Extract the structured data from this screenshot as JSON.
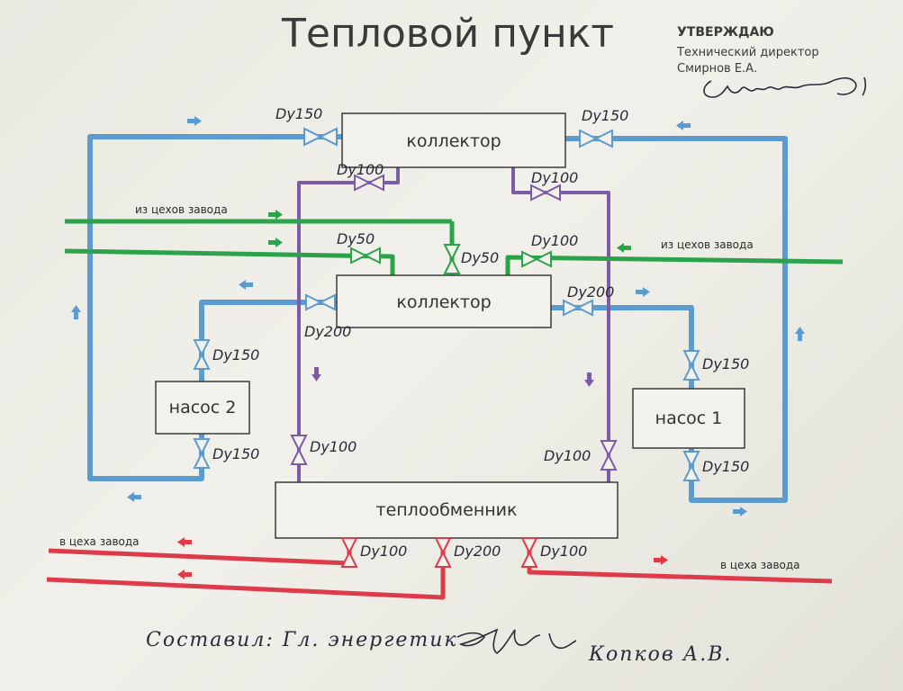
{
  "title": "Тепловой пункт",
  "approval": {
    "heading": "УТВЕРЖДАЮ",
    "position": "Технический директор",
    "name": "Смирнов Е.А."
  },
  "units": {
    "collector_top": "коллектор",
    "collector_mid": "коллектор",
    "pump_left": "насос 2",
    "pump_right": "насос 1",
    "heat_exchanger": "теплообменник"
  },
  "labels": {
    "green_in_left": "из цехов завода",
    "green_in_right": "из цехов завода",
    "red_out_left": "в цеха завода",
    "red_out_right": "в цеха завода"
  },
  "valves": {
    "top_left": "Dy150",
    "top_right": "Dy150",
    "purple_top_left": "Dy100",
    "purple_top_right": "Dy100",
    "green_left": "Dy50",
    "green_center": "Dy50",
    "green_right": "Dy100",
    "mid_left": "Dy200",
    "mid_right": "Dy200",
    "pump2_top": "Dy150",
    "pump2_bottom": "Dy150",
    "pump1_top": "Dy150",
    "pump1_bottom": "Dy150",
    "purple_bottom_left": "Dy100",
    "purple_bottom_right": "Dy100",
    "red_left": "Dy100",
    "red_center": "Dy200",
    "red_right": "Dy100"
  },
  "footer": {
    "compiled": "Составил: Гл. энергетик",
    "author": "Копков А.В."
  },
  "colors": {
    "blue": "#5b9bd0",
    "purple": "#7d5ba6",
    "green": "#2ca24a",
    "red": "#de3b4a"
  }
}
